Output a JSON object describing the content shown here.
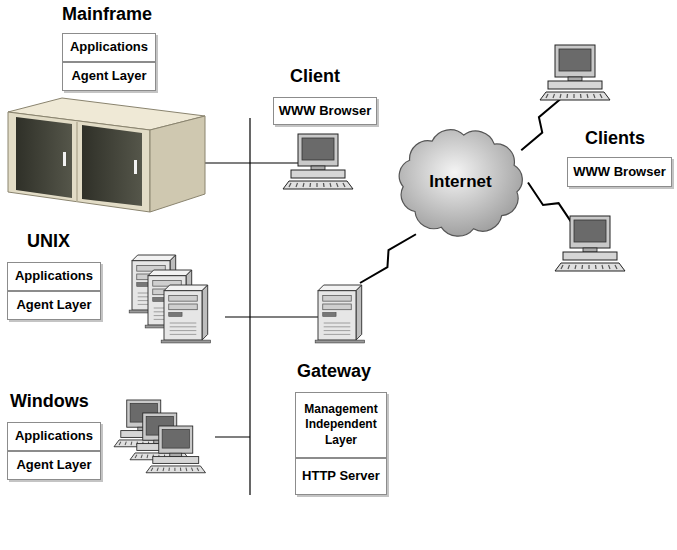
{
  "diagram": {
    "nodes": [
      {
        "text": [
          "Mainframe"
        ]
      },
      {
        "text": [
          "Applications"
        ],
        "in": 0
      },
      {
        "text": [
          "Agent Layer"
        ],
        "in": 0
      },
      {
        "text": [
          "Client"
        ]
      },
      {
        "text": [
          "WWW Browser"
        ],
        "in": 3
      },
      {
        "text": [
          "Clients"
        ]
      },
      {
        "text": [
          "WWW Browser"
        ],
        "in": 5
      },
      {
        "text": [
          "Internet"
        ]
      },
      {
        "text": [
          "UNIX"
        ]
      },
      {
        "text": [
          "Applications"
        ],
        "in": 8
      },
      {
        "text": [
          "Agent Layer"
        ],
        "in": 8
      },
      {
        "text": [
          "Gateway"
        ]
      },
      {
        "text": [
          "Management Independent Layer"
        ],
        "in": 11
      },
      {
        "text": [
          "HTTP Server"
        ],
        "in": 11
      },
      {
        "text": [
          "Windows"
        ]
      },
      {
        "text": [
          "Applications"
        ],
        "in": 14
      },
      {
        "text": [
          "Agent Layer"
        ],
        "in": 14
      }
    ],
    "edges": [
      {
        "from": 7,
        "to": 11,
        "arrow": "none"
      },
      {
        "from": 7,
        "to": 5,
        "arrow": "none"
      },
      {
        "from": 7,
        "to": 5,
        "arrow": "none"
      }
    ]
  }
}
